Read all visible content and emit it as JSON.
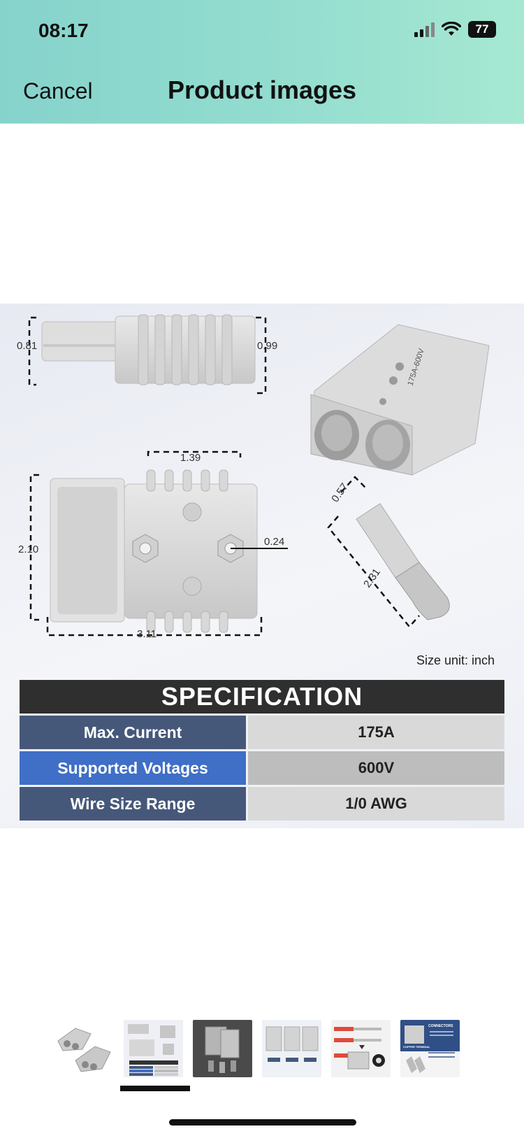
{
  "status_bar": {
    "time": "08:17",
    "battery": "77"
  },
  "nav": {
    "cancel": "Cancel",
    "title": "Product images"
  },
  "image": {
    "dimensions": [
      "0.81",
      "0.99",
      "1.39",
      "2.10",
      "0.24",
      "3.11",
      "0.57",
      "2.31"
    ],
    "connector_label": "175A-600V",
    "size_unit": "Size unit: inch"
  },
  "spec": {
    "title": "SPECIFICATION",
    "rows": [
      {
        "key": "Max. Current",
        "value": "175A",
        "key_color": "#46587a",
        "value_color": "#d9d9d9"
      },
      {
        "key": "Supported Voltages",
        "value": "600V",
        "key_color": "#3f6fc6",
        "value_color": "#bdbdbd"
      },
      {
        "key": "Wire Size Range",
        "value": "1/0 AWG",
        "key_color": "#46587a",
        "value_color": "#d9d9d9"
      }
    ]
  },
  "thumbnails": {
    "selected_index": 1,
    "items": [
      {
        "icon": "connector-pair-thumb"
      },
      {
        "icon": "spec-sheet-thumb"
      },
      {
        "icon": "dark-render-thumb"
      },
      {
        "icon": "sizes-thumb"
      },
      {
        "icon": "wiring-thumb"
      },
      {
        "icon": "connectors-info-thumb",
        "heading": "CONNECTORS",
        "subheading": "COPPER TERMINAL"
      }
    ]
  }
}
